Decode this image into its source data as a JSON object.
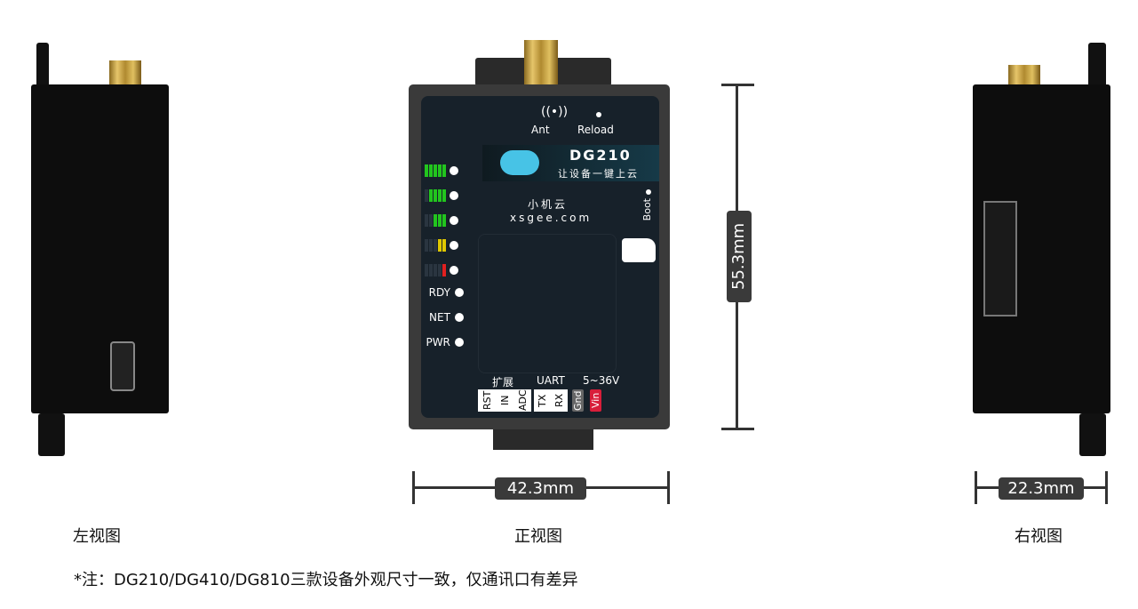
{
  "front": {
    "ant": "Ant",
    "reload": "Reload",
    "model": "DG210",
    "slogan": "让设备一键上云",
    "brand": "小机云",
    "site": "xsgee.com",
    "boot": "Boot",
    "leds": [
      "RDY",
      "NET",
      "PWR"
    ],
    "signal_levels": [
      5,
      4,
      3,
      2,
      1
    ],
    "signal_colors": [
      "#22c51e",
      "#22c51e",
      "#22c51e",
      "#e0c800",
      "#e02020"
    ],
    "ext": "扩展",
    "uart": "UART",
    "voltage": "5~36V",
    "pins_ext": [
      "RST",
      "IN",
      "ADC"
    ],
    "pins_uart": [
      "TX",
      "RX"
    ],
    "gnd": "Gnd",
    "vin": "Vin"
  },
  "dims": {
    "height": "55.3mm",
    "width": "42.3mm",
    "depth": "22.3mm"
  },
  "captions": {
    "left": "左视图",
    "front": "正视图",
    "right": "右视图"
  },
  "note": "*注：DG210/DG410/DG810三款设备外观尺寸一致，仅通讯口有差异"
}
